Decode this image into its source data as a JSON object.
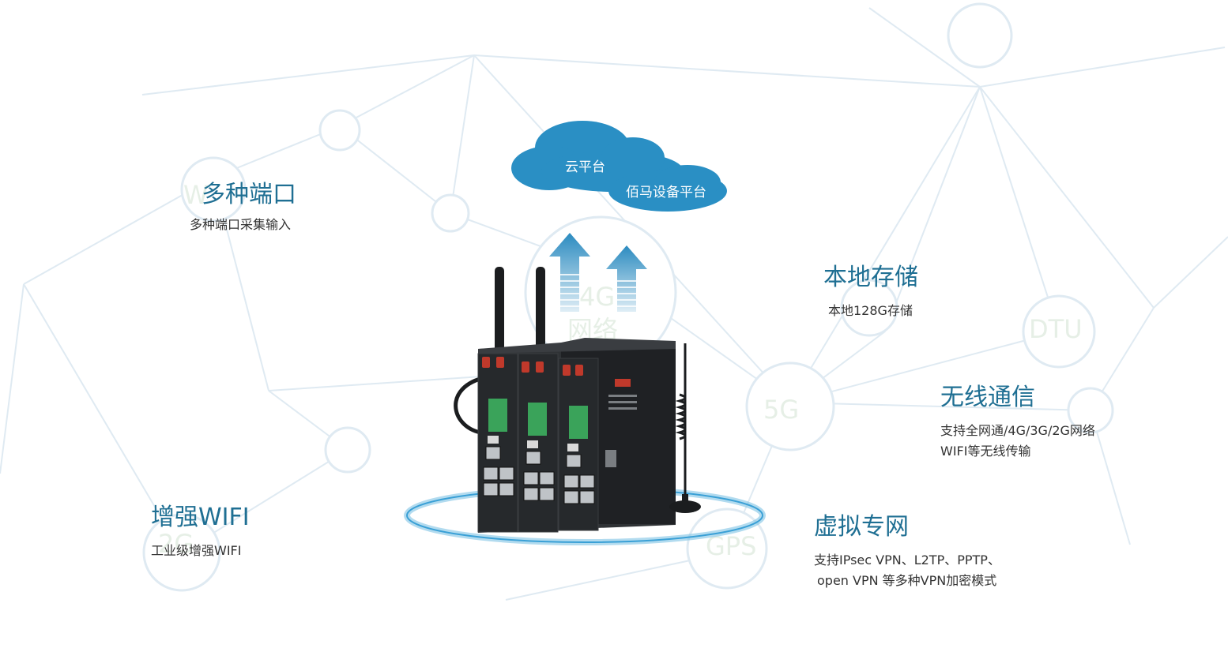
{
  "cloud": {
    "label_primary": "云平台",
    "label_secondary": "佰马设备平台"
  },
  "features": {
    "ports": {
      "title": "多种端口",
      "desc": "多种端口采集输入"
    },
    "storage": {
      "title": "本地存储",
      "desc": "本地128G存储"
    },
    "wireless": {
      "title": "无线通信",
      "desc_line1": "支持全网通/4G/3G/2G网络",
      "desc_line2": "WIFI等无线传输"
    },
    "wifi": {
      "title": "增强WIFI",
      "desc": "工业级增强WIFI"
    },
    "vpn": {
      "title": "虚拟专网",
      "desc_line1": "支持IPsec VPN、L2TP、PPTP、",
      "desc_line2": "open VPN 等多种VPN加密模式"
    }
  },
  "watermarks": {
    "net_4g_1": "4G",
    "net_4g_2": "网络",
    "net_5g": "5G",
    "dtu": "DTU",
    "gps": "GPS",
    "w": "W",
    "c2g": "2G"
  },
  "colors": {
    "title": "#1f6f93",
    "cloud": "#2a8fc4",
    "arrow": "#2b8bc0",
    "network_line": "#dfeaf2",
    "device": "#232629",
    "accent_red": "#c0392b",
    "terminal_green": "#3aa35a"
  }
}
